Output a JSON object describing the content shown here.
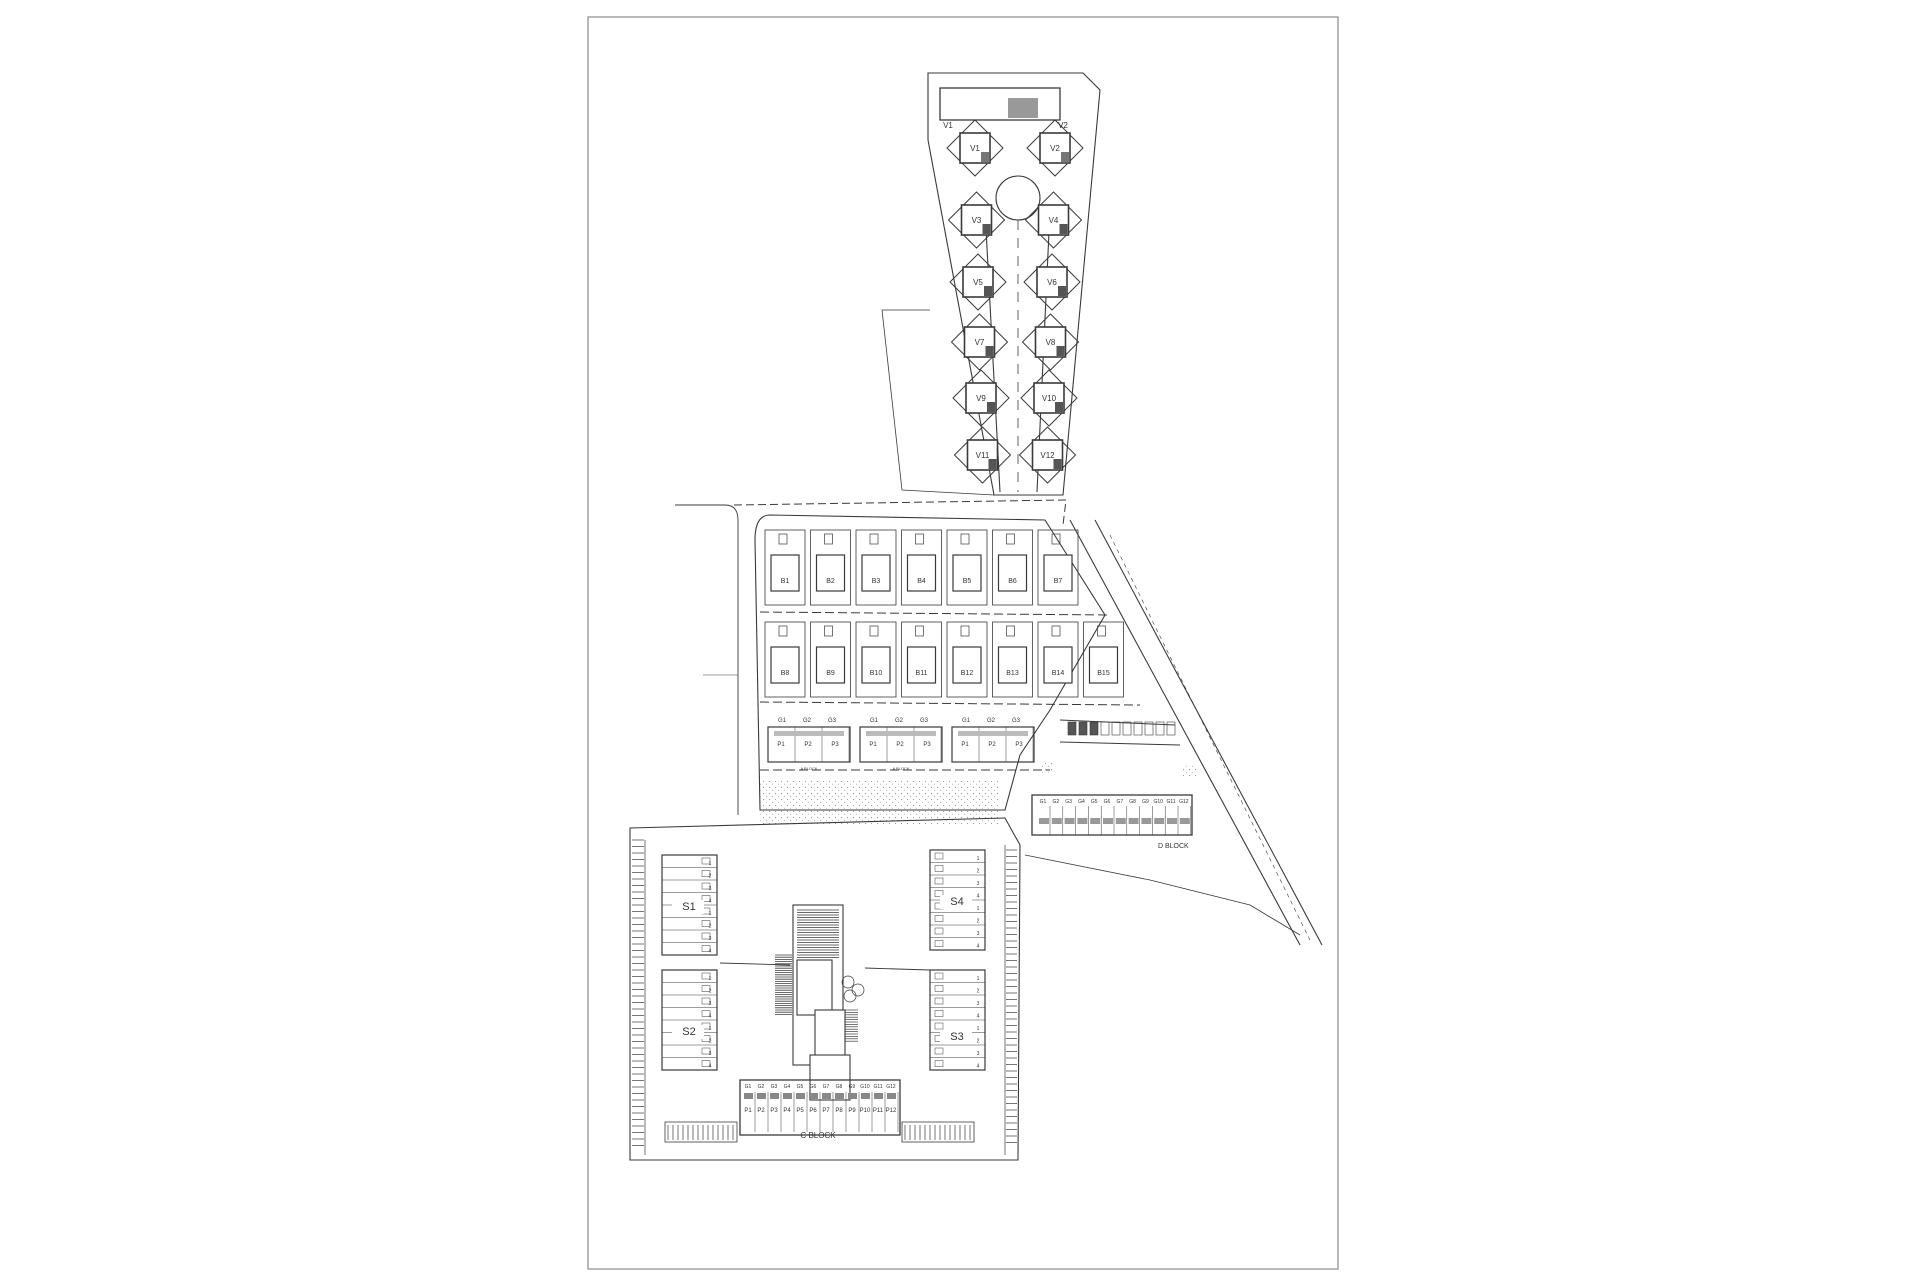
{
  "villas": {
    "left": [
      "V1",
      "V3",
      "V5",
      "V7",
      "V9",
      "V11"
    ],
    "right": [
      "V2",
      "V4",
      "V6",
      "V8",
      "V10",
      "V12"
    ]
  },
  "b_block": {
    "row1": [
      "B1",
      "B2",
      "B3",
      "B4",
      "B5",
      "B6",
      "B7"
    ],
    "row2": [
      "B8",
      "B9",
      "B10",
      "B11",
      "B12",
      "B13",
      "B14",
      "B15"
    ]
  },
  "a_block": {
    "groups": [
      {
        "garages": [
          "G1",
          "G2",
          "G3"
        ],
        "units": [
          "P1",
          "P2",
          "P3"
        ],
        "label": "A BLOCK"
      },
      {
        "garages": [
          "G1",
          "G2",
          "G3"
        ],
        "units": [
          "P1",
          "P2",
          "P3"
        ],
        "label": "A BLOCK"
      },
      {
        "garages": [
          "G1",
          "G2",
          "G3"
        ],
        "units": [
          "P1",
          "P2",
          "P3"
        ],
        "label": ""
      }
    ]
  },
  "d_block": {
    "label": "D BLOCK",
    "garages": [
      "G1",
      "G2",
      "G3",
      "G4",
      "G5",
      "G6",
      "G7",
      "G8",
      "G9",
      "G10",
      "G11",
      "G12"
    ]
  },
  "c_block": {
    "label": "C BLOCK",
    "units": [
      "P1",
      "P2",
      "P3",
      "P4",
      "P5",
      "P6",
      "P7",
      "P8",
      "P9",
      "P10",
      "P11",
      "P12"
    ],
    "garages": [
      "G1",
      "G2",
      "G3",
      "G4",
      "G5",
      "G6",
      "G7",
      "G8",
      "G9",
      "G10",
      "G11",
      "G12"
    ]
  },
  "s_blocks": [
    "S1",
    "S2",
    "S3",
    "S4"
  ],
  "colors": {
    "line": "#3a3a3a",
    "hatch": "#9aa59a",
    "frame": "#8a8a8a"
  }
}
